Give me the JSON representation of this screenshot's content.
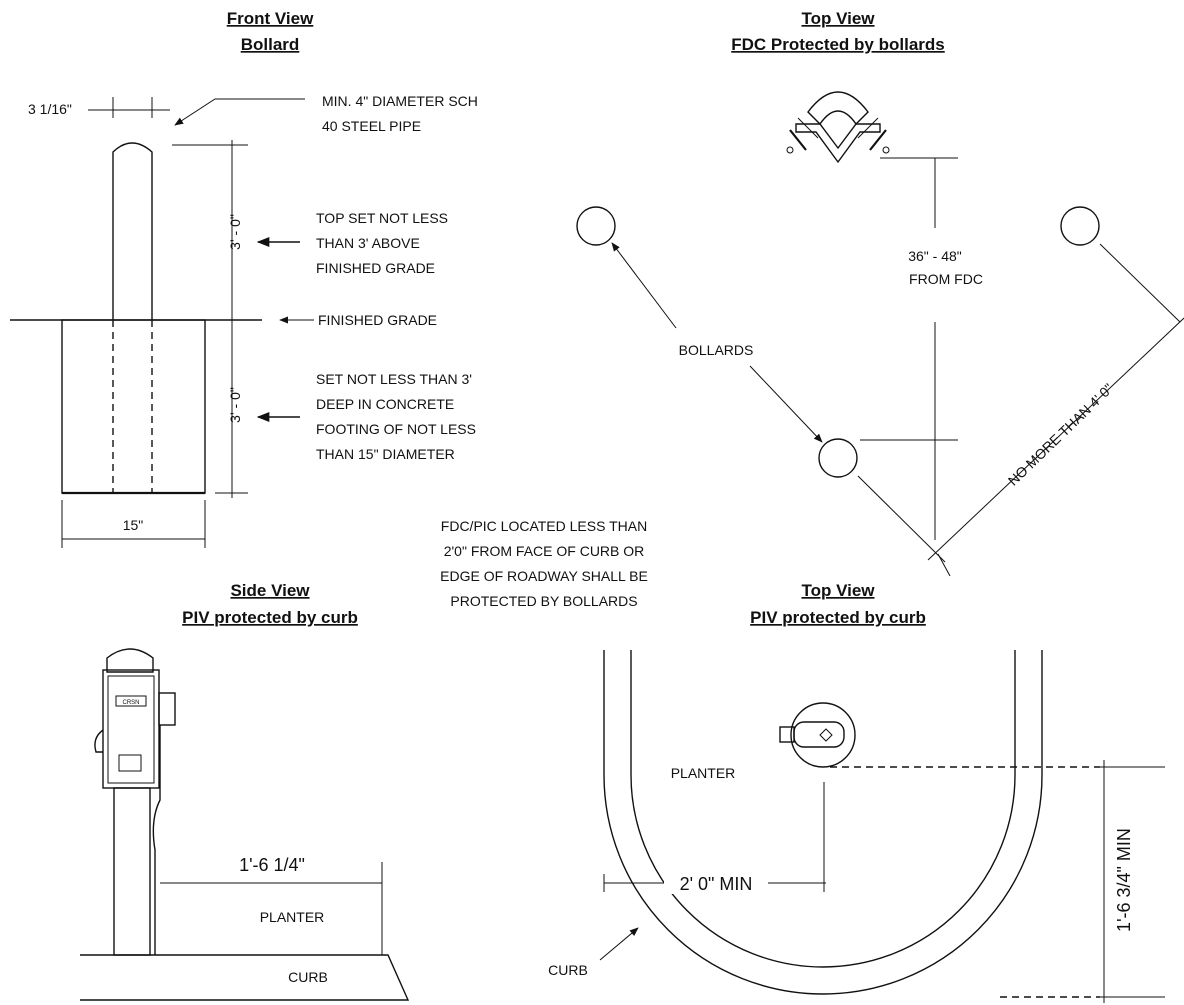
{
  "titles": {
    "front_view": "Front View",
    "front_view_sub": "Bollard",
    "top_view_fdc": "Top View",
    "top_view_fdc_sub": "FDC Protected by bollards",
    "side_view": "Side View",
    "side_view_sub": "PIV protected by curb",
    "top_view_piv": "Top View",
    "top_view_piv_sub": "PIV protected by curb"
  },
  "front": {
    "pipe_width": "3 1/16\"",
    "pipe_note": [
      "MIN. 4\" DIAMETER SCH",
      "40 STEEL PIPE"
    ],
    "above_dim": "3' - 0\"",
    "top_note": [
      "TOP SET NOT LESS",
      "THAN 3'  ABOVE",
      "FINISHED GRADE"
    ],
    "grade_note": "FINISHED GRADE",
    "below_dim": "3' - 0\"",
    "deep_note": [
      "SET NOT LESS THAN 3'",
      "DEEP IN CONCRETE",
      "FOOTING OF NOT LESS",
      "THAN 15\" DIAMETER"
    ],
    "footing_width": "15\""
  },
  "top_fdc": {
    "distance": [
      "36\" - 48\"",
      "FROM FDC"
    ],
    "bollards_label": "BOLLARDS",
    "max_spacing": "NO MORE THAN 4' 0\""
  },
  "center_note": [
    "FDC/PIC LOCATED LESS THAN",
    "2'0\" FROM FACE OF CURB OR",
    "EDGE OF ROADWAY SHALL BE",
    "PROTECTED BY BOLLARDS"
  ],
  "side_piv": {
    "dim": "1'-6 1/4\"",
    "planter": "PLANTER",
    "curb": "CURB",
    "plate": "CRSN"
  },
  "top_piv": {
    "planter": "PLANTER",
    "dim_horizontal": "2' 0\" MIN",
    "dim_vertical": "1'-6 3/4\" MIN",
    "curb": "CURB"
  }
}
